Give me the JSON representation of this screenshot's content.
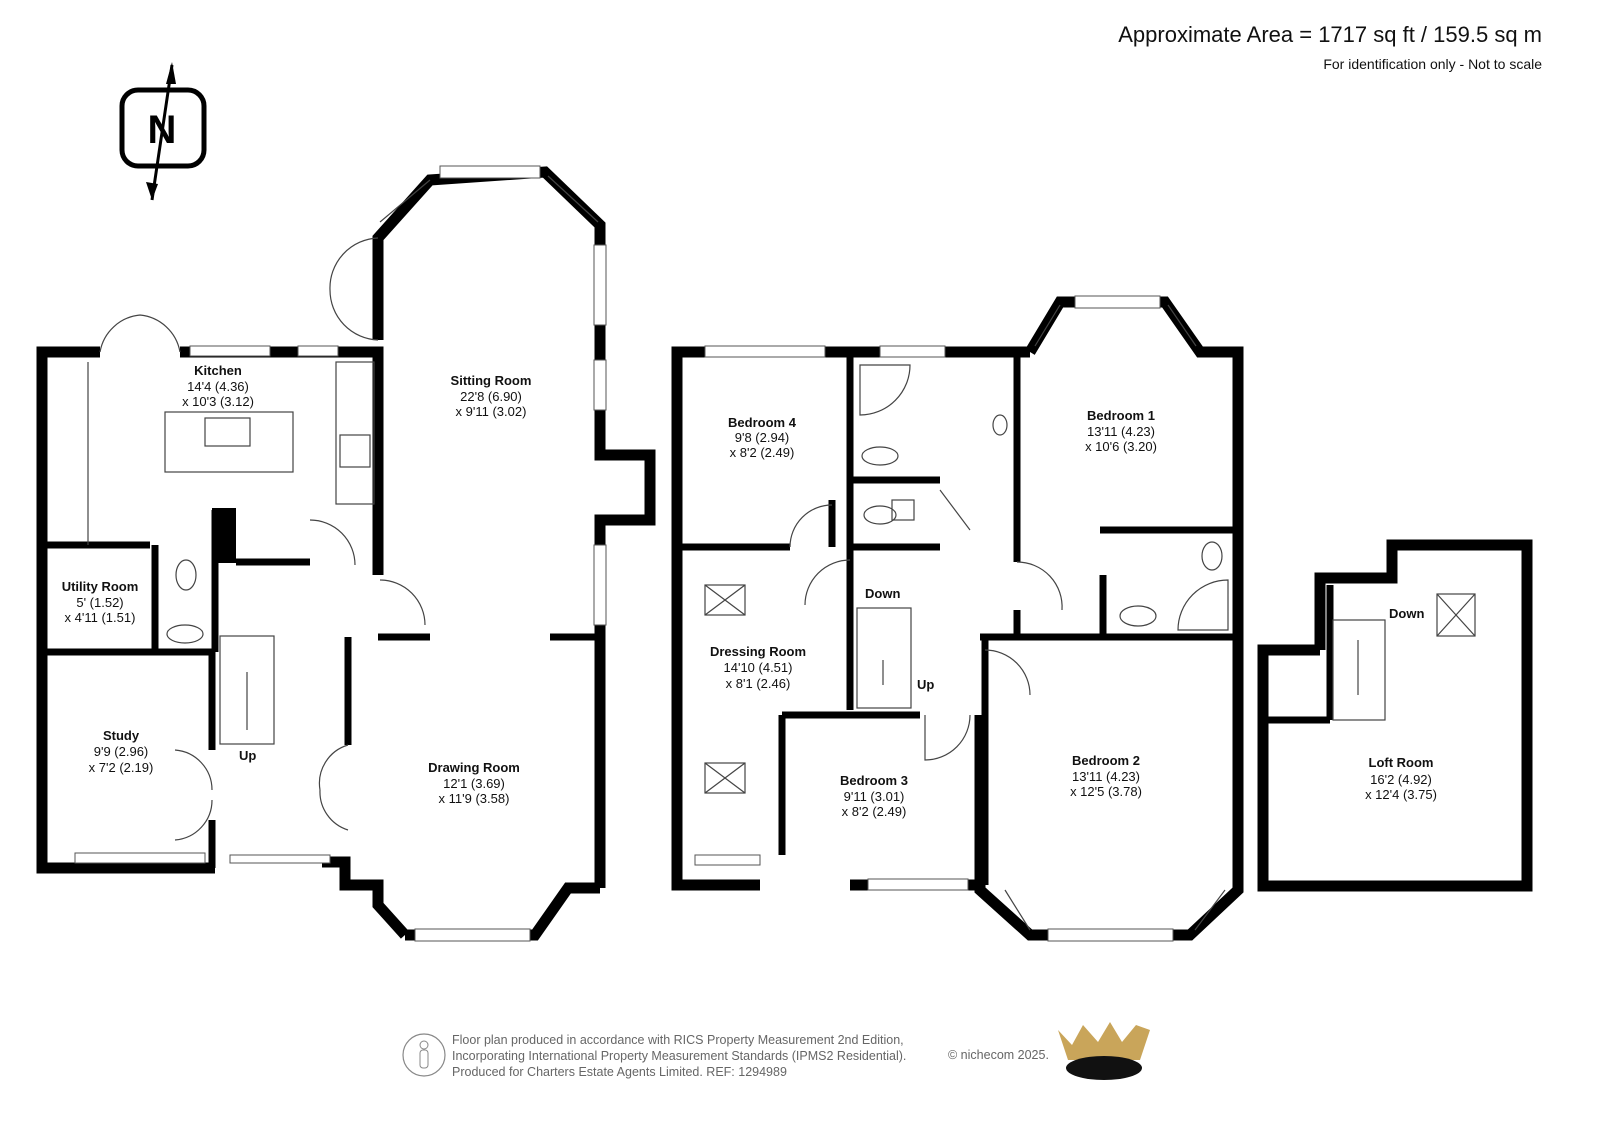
{
  "header": {
    "area": "Approximate Area = 1717 sq ft / 159.5 sq m",
    "note": "For identification only - Not to scale"
  },
  "compass": {
    "letter": "N"
  },
  "rooms": {
    "kitchen": {
      "name": "Kitchen",
      "d1": "14'4 (4.36)",
      "d2": "x 10'3 (3.12)"
    },
    "sitting": {
      "name": "Sitting Room",
      "d1": "22'8 (6.90)",
      "d2": "x 9'11 (3.02)"
    },
    "utility": {
      "name": "Utility Room",
      "d1": "5' (1.52)",
      "d2": "x 4'11 (1.51)"
    },
    "study": {
      "name": "Study",
      "d1": "9'9 (2.96)",
      "d2": "x 7'2 (2.19)"
    },
    "drawing": {
      "name": "Drawing Room",
      "d1": "12'1 (3.69)",
      "d2": "x 11'9 (3.58)"
    },
    "bed4": {
      "name": "Bedroom 4",
      "d1": "9'8 (2.94)",
      "d2": "x 8'2 (2.49)"
    },
    "bed1": {
      "name": "Bedroom 1",
      "d1": "13'11 (4.23)",
      "d2": "x 10'6 (3.20)"
    },
    "dressing": {
      "name": "Dressing Room",
      "d1": "14'10 (4.51)",
      "d2": "x 8'1 (2.46)"
    },
    "bed3": {
      "name": "Bedroom 3",
      "d1": "9'11 (3.01)",
      "d2": "x 8'2 (2.49)"
    },
    "bed2": {
      "name": "Bedroom 2",
      "d1": "13'11 (4.23)",
      "d2": "x 12'5 (3.78)"
    },
    "loft": {
      "name": "Loft Room",
      "d1": "16'2 (4.92)",
      "d2": "x 12'4 (3.75)"
    }
  },
  "stairs": {
    "up": "Up",
    "down": "Down"
  },
  "footer": {
    "line1": "Floor plan produced in accordance with RICS Property Measurement 2nd Edition,",
    "line2": "Incorporating International Property Measurement Standards (IPMS2 Residential).",
    "line3": "Produced for Charters Estate Agents Limited.   REF: 1294989",
    "copyright": "© nichecom 2025."
  },
  "colors": {
    "wall": "#000000",
    "crown": "#c9a55a"
  }
}
